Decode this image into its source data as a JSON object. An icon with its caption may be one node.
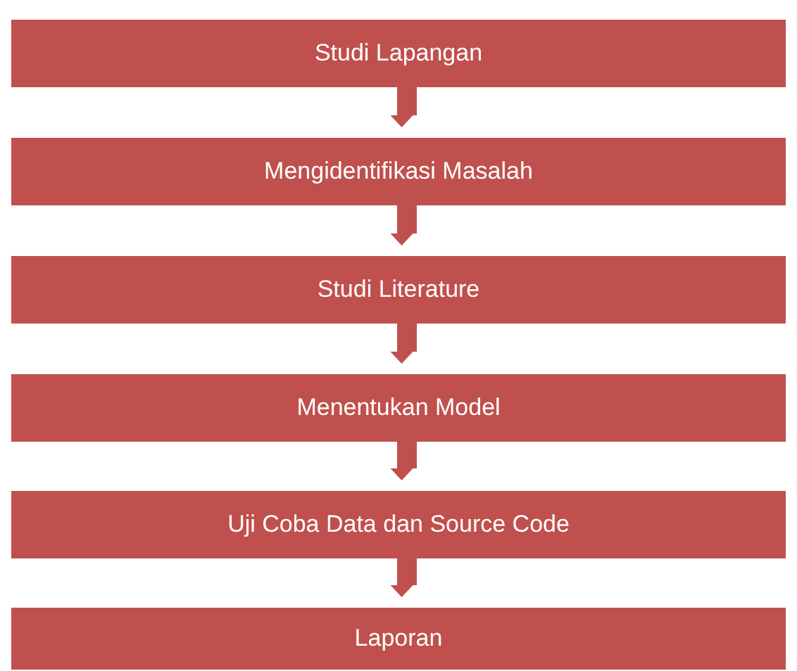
{
  "diagram": {
    "nodes": [
      {
        "text": [
          "Studi Lapangan"
        ]
      },
      {
        "text": [
          "Mengidentifikasi Masalah"
        ]
      },
      {
        "text": [
          "Studi Literature"
        ]
      },
      {
        "text": [
          "Menentukan Model"
        ]
      },
      {
        "text": [
          "Uji Coba Data dan Source Code"
        ]
      },
      {
        "text": [
          "Laporan"
        ]
      }
    ],
    "edges": [
      {
        "from": 0,
        "to": 1,
        "arrow": "to"
      },
      {
        "from": 1,
        "to": 2,
        "arrow": "to"
      },
      {
        "from": 2,
        "to": 3,
        "arrow": "to"
      },
      {
        "from": 3,
        "to": 4,
        "arrow": "to"
      },
      {
        "from": 4,
        "to": 5,
        "arrow": "to"
      }
    ]
  }
}
